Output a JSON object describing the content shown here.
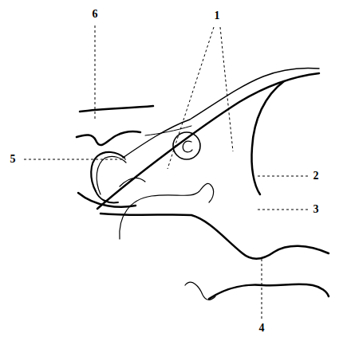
{
  "diagram": {
    "labels": [
      "6",
      "1",
      "5",
      "2",
      "3",
      "4"
    ]
  }
}
